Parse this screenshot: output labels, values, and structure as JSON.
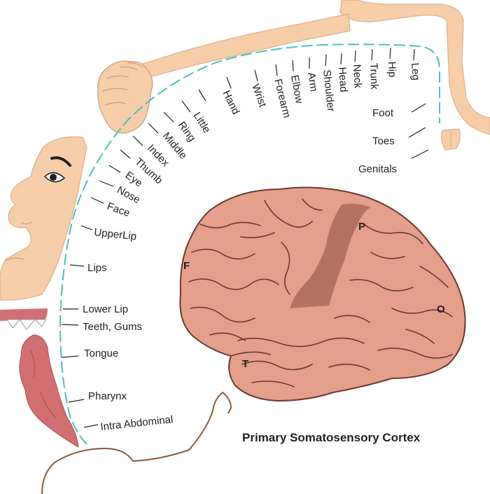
{
  "title": "Primary Somatosensory Cortex",
  "lobes": {
    "frontal": "F",
    "parietal": "P",
    "occipital": "O",
    "temporal": "T"
  },
  "labels": {
    "intra_abdominal": "Intra Abdominal",
    "pharynx": "Pharynx",
    "tongue": "Tongue",
    "teeth_gums": "Teeth, Gums",
    "lower_lip": "Lower Lip",
    "lips": "Lips",
    "upper_lip": "UpperLip",
    "face": "Face",
    "nose": "Nose",
    "eye": "Eye",
    "thumb": "Thumb",
    "index": "Index",
    "middle": "Middle",
    "ring": "Ring",
    "little": "Little",
    "hand": "Hand",
    "wrist": "Wrist",
    "forearm": "Forearm",
    "elbow": "Elbow",
    "arm": "Arm",
    "shoulder": "Shoulder",
    "head": "Head",
    "neck": "Neck",
    "trunk": "Trunk",
    "hip": "Hip",
    "leg": "Leg",
    "foot": "Foot",
    "toes": "Toes",
    "genitals": "Genitals"
  },
  "colors": {
    "skin": "#f6ceaa",
    "skin_outline": "#d9b08c",
    "brain": "#e5a08c",
    "brain_dark": "#b4735f",
    "brain_line": "#6b3a2e",
    "tongue": "#d26f72",
    "dash": "#4bbfbf"
  }
}
